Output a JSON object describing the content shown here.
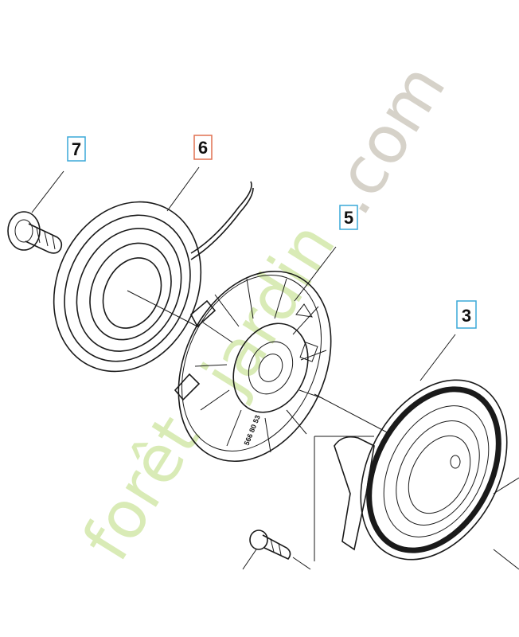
{
  "callouts": [
    {
      "id": "7",
      "label": "7",
      "box_color": "#3aa8d8"
    },
    {
      "id": "6",
      "label": "6",
      "box_color": "#e07050"
    },
    {
      "id": "5",
      "label": "5",
      "box_color": "#3aa8d8"
    },
    {
      "id": "3",
      "label": "3",
      "box_color": "#3aa8d8"
    }
  ],
  "watermark": {
    "part1": "forêt",
    "part2": "jardin",
    "part3": ".com",
    "color_green": "#d9ebb6",
    "color_grey": "#d6d2c9"
  },
  "pulley_marking": "566 80 53",
  "colors": {
    "line": "#1a1a1a",
    "background": "#ffffff"
  }
}
